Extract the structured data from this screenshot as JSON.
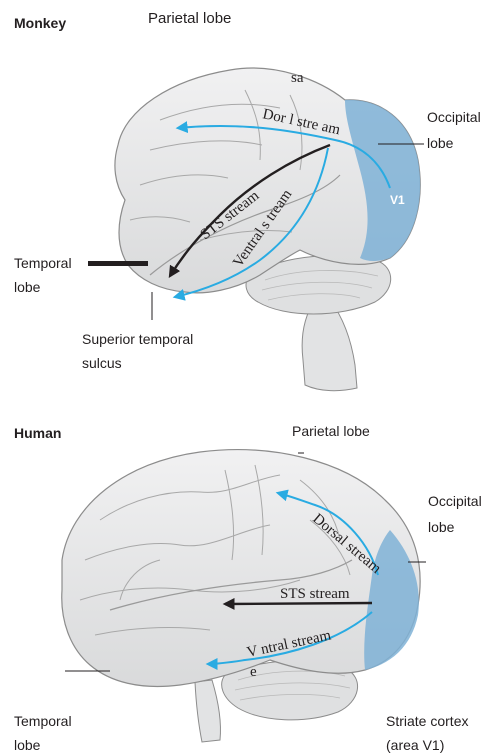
{
  "monkey": {
    "title": "Monkey",
    "parietal_label": "Parietal lobe",
    "occipital_label": [
      "Occipital",
      "lobe"
    ],
    "temporal_label": [
      "Temporal",
      "lobe"
    ],
    "sulcus_label": [
      "Superior temporal",
      "sulcus"
    ],
    "sa_label": "sa",
    "v1_label": "V1",
    "dorsal_stream": "Dor l stre am",
    "sts_stream": "STS stream",
    "ventral_stream": "Ventral s tream"
  },
  "human": {
    "title": "Human",
    "parietal_label": "Parietal lobe",
    "occipital_label": [
      "Occipital",
      "lobe"
    ],
    "temporal_label": [
      "Temporal",
      "lobe"
    ],
    "striate_label": [
      "Striate cortex",
      "(area V1)"
    ],
    "dorsal_stream": "Dorsal stream",
    "sts_stream": "STS stream",
    "ventral_stream_a": "V ntral stream",
    "ventral_stream_b": "e"
  },
  "colors": {
    "brain_fill": "#e6e7e8",
    "brain_stroke": "#8c8c8c",
    "v1_fill": "#7fb2d6",
    "blue_arrow": "#29abe2",
    "black_arrow": "#231f20"
  }
}
